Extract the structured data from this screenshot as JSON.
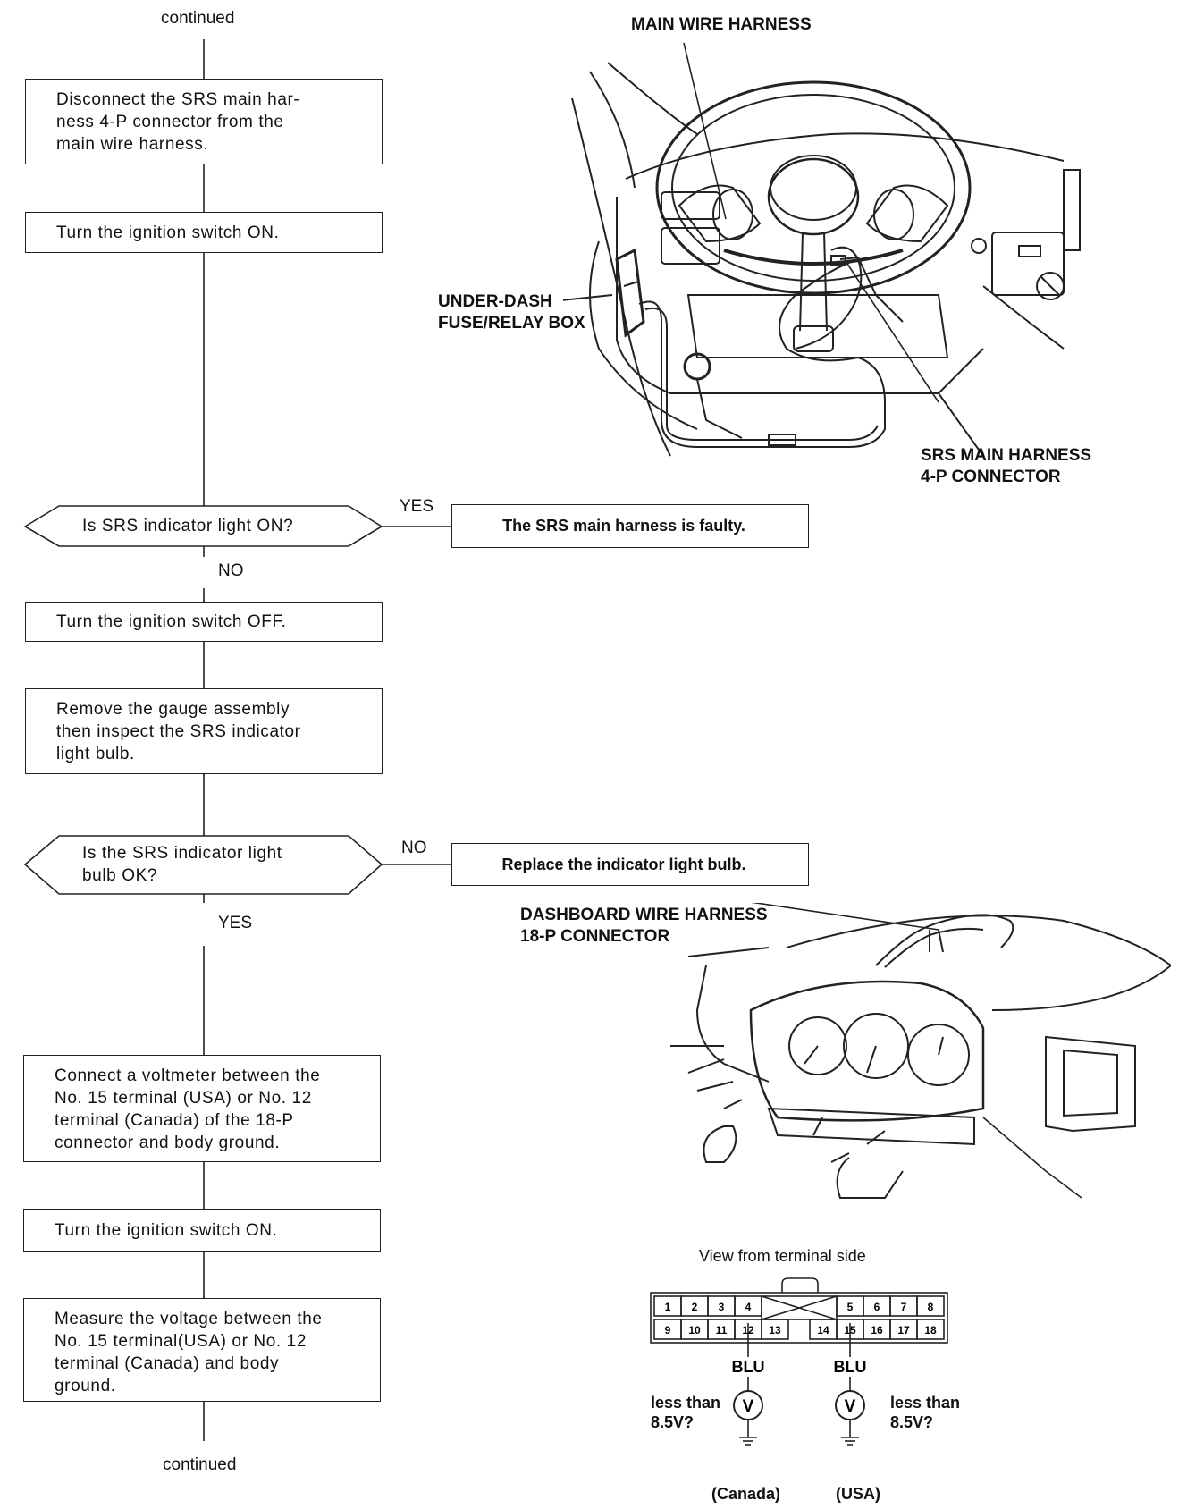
{
  "flow": {
    "continued_top": "continued",
    "continued_bottom": "continued",
    "step1": "Disconnect the SRS main har-\nness 4-P connector from the\nmain wire harness.",
    "step2": "Turn the ignition switch ON.",
    "decision1": "Is SRS indicator light ON?",
    "decision1_yes": "YES",
    "decision1_result": "The SRS main harness is faulty.",
    "decision1_no": "NO",
    "step3": "Turn the ignition switch OFF.",
    "step4": "Remove the gauge assembly\nthen inspect the SRS indicator\nlight bulb.",
    "decision2": "Is the SRS indicator light\nbulb OK?",
    "decision2_no": "NO",
    "decision2_result": "Replace the indicator light bulb.",
    "decision2_yes": "YES",
    "step5": "Connect a voltmeter between the\nNo. 15 terminal (USA) or No. 12\nterminal (Canada)  of the 18-P\nconnector and body ground.",
    "step6": "Turn the ignition switch ON.",
    "step7": "Measure the voltage between the\nNo. 15 terminal(USA) or No. 12\nterminal (Canada) and body\nground."
  },
  "figure_top": {
    "main_wire_harness": "MAIN WIRE HARNESS",
    "under_dash": "UNDER-DASH\nFUSE/RELAY BOX",
    "srs_connector": "SRS MAIN HARNESS\n4-P CONNECTOR"
  },
  "figure_mid": {
    "dashboard_connector": "DASHBOARD WIRE HARNESS\n18-P CONNECTOR"
  },
  "connector": {
    "view_label": "View from terminal side",
    "top_row_left": [
      "1",
      "2",
      "3",
      "4"
    ],
    "top_row_right": [
      "5",
      "6",
      "7",
      "8"
    ],
    "bottom_row_left": [
      "9",
      "10",
      "11",
      "12",
      "13"
    ],
    "bottom_row_right": [
      "14",
      "15",
      "16",
      "17",
      "18"
    ],
    "wire_left": "BLU",
    "wire_right": "BLU",
    "meter_symbol": "V",
    "question_left": "less than\n8.5V?",
    "question_right": "less than\n8.5V?",
    "region_left": "(Canada)",
    "region_right": "(USA)"
  }
}
